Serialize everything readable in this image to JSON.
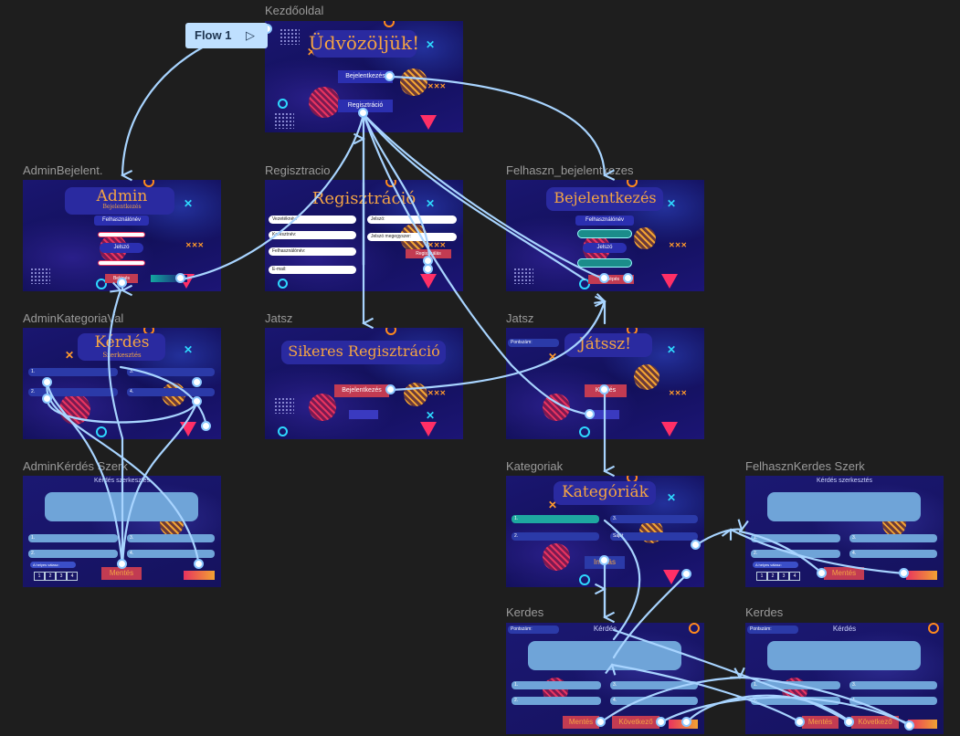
{
  "flow": {
    "label": "Flow 1",
    "play_icon": "play-icon"
  },
  "labels": {
    "kezdo": "Kezdőoldal",
    "admin_bej": "AdminBejelent.",
    "regisztracio": "Regisztracio",
    "felh_bej": "Felhaszn_bejelentkezes",
    "admin_kat": "AdminKategoriaVal",
    "jatsz1": "Jatsz",
    "jatsz2": "Jatsz",
    "admin_kerdes": "AdminKérdés Szerk",
    "kategoriak": "Kategoriak",
    "felh_kerdes": "FelhasznKerdes Szerk",
    "kerdes1": "Kerdes",
    "kerdes2": "Kerdes"
  },
  "kezdo": {
    "title": "Üdvözöljük!",
    "login_btn": "Bejelentkezés",
    "register_btn": "Regisztráció"
  },
  "admin_bej": {
    "title": "Admin",
    "subtitle": "Bejelentkezés",
    "username": "Felhasználónév",
    "password": "Jelszó",
    "submit": "Belépés"
  },
  "regisztracio": {
    "title": "Regisztráció",
    "fields_left": [
      "Vezetéknév:",
      "Keresztnév:",
      "Felhasználónév:",
      "E-mail:"
    ],
    "fields_right": [
      "Jelszó:",
      "Jelszó megegyszer:"
    ],
    "submit": "Regisztrálás"
  },
  "felh_bej": {
    "title": "Bejelentkezés",
    "username": "Felhasználónév",
    "password": "Jelszó",
    "submit": "Belépés"
  },
  "admin_kat": {
    "title": "Kérdés",
    "subtitle": "Szerkesztés",
    "items": [
      "1.",
      "2.",
      "3.",
      "4."
    ]
  },
  "sikeres": {
    "title": "Sikeres Regisztráció",
    "login_btn": "Bejelentkezés"
  },
  "jatssz": {
    "title": "Játssz!",
    "score": "Pontszám:",
    "question_btn": "Kérdés"
  },
  "admin_kerdes": {
    "title": "Kérdés szerkesztés",
    "items": [
      "1.",
      "2.",
      "3.",
      "4."
    ],
    "correct": "A helyes válasz:",
    "numbers": [
      "1",
      "2",
      "3",
      "4"
    ],
    "save": "Mentés"
  },
  "kategoriak": {
    "title": "Kategóriák",
    "items": [
      "1.",
      "2.",
      "3.",
      "Saját"
    ],
    "start": "Indítás"
  },
  "felh_kerdes": {
    "title": "Kérdés szerkesztés",
    "items": [
      "1.",
      "2.",
      "3.",
      "4."
    ],
    "correct": "A helyes válasz:",
    "numbers": [
      "1",
      "2",
      "3",
      "4"
    ],
    "save": "Mentés"
  },
  "kerdes1": {
    "score": "Pontszám:",
    "title": "Kérdés",
    "items": [
      "1.",
      "2.",
      "3.",
      "4."
    ],
    "save": "Mentés",
    "next": "Következő"
  },
  "kerdes2": {
    "score": "Pontszám:",
    "title": "Kérdés",
    "items": [
      "1.",
      "2.",
      "3.",
      "4."
    ],
    "save": "Mentés",
    "next": "Következő"
  }
}
